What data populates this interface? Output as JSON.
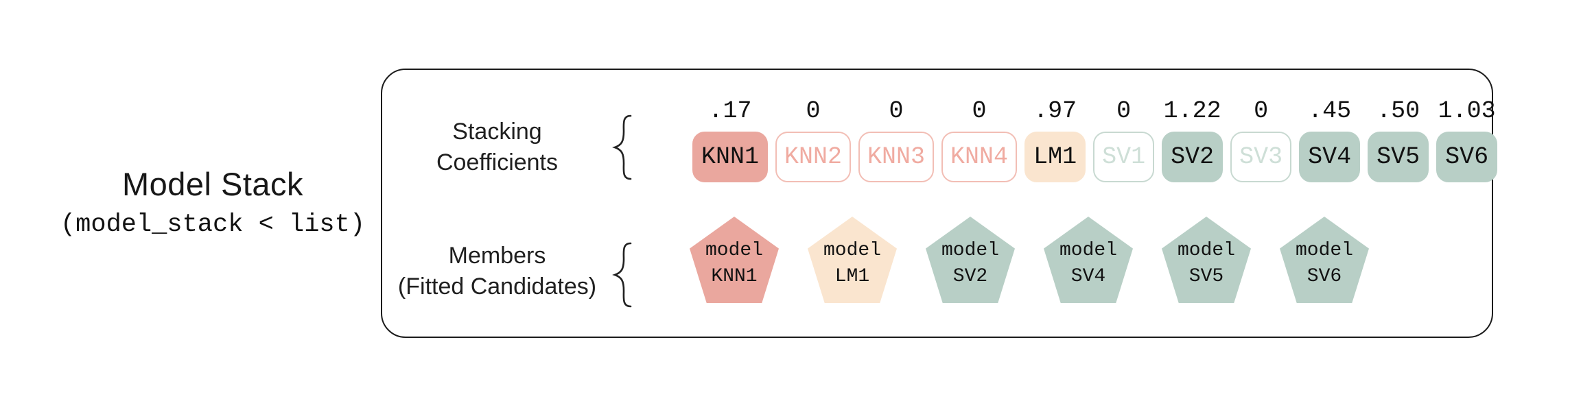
{
  "title": {
    "heading": "Model Stack",
    "code": "(model_stack < list)"
  },
  "palette": {
    "salmon_fill": "#eaa79e",
    "salmon_outline_border": "#f2beb5",
    "salmon_outline_text": "#f0aba1",
    "peach_fill": "#fae5cf",
    "teal_fill": "#b8cfc6",
    "teal_outline_border": "#c8d9d1",
    "teal_outline_text": "#cedfd7",
    "box_border": "#1b1b1b",
    "text": "#1a1a1a"
  },
  "box": {
    "coeff_row": {
      "label_line1": "Stacking",
      "label_line2": "Coefficients",
      "chips": [
        {
          "name": "KNN1",
          "coefficient": ".17",
          "state": "active",
          "family": "salmon"
        },
        {
          "name": "KNN2",
          "coefficient": "0",
          "state": "inactive",
          "family": "salmon"
        },
        {
          "name": "KNN3",
          "coefficient": "0",
          "state": "inactive",
          "family": "salmon"
        },
        {
          "name": "KNN4",
          "coefficient": "0",
          "state": "inactive",
          "family": "salmon"
        },
        {
          "name": "LM1",
          "coefficient": ".97",
          "state": "active",
          "family": "peach"
        },
        {
          "name": "SV1",
          "coefficient": "0",
          "state": "inactive",
          "family": "teal"
        },
        {
          "name": "SV2",
          "coefficient": "1.22",
          "state": "active",
          "family": "teal"
        },
        {
          "name": "SV3",
          "coefficient": "0",
          "state": "inactive",
          "family": "teal"
        },
        {
          "name": "SV4",
          "coefficient": ".45",
          "state": "active",
          "family": "teal"
        },
        {
          "name": "SV5",
          "coefficient": ".50",
          "state": "active",
          "family": "teal"
        },
        {
          "name": "SV6",
          "coefficient": "1.03",
          "state": "active",
          "family": "teal"
        }
      ]
    },
    "members_row": {
      "label_line1": "Members",
      "label_line2": "(Fitted Candidates)",
      "pentagons": [
        {
          "line1": "model",
          "line2": "KNN1",
          "family": "salmon"
        },
        {
          "line1": "model",
          "line2": "LM1",
          "family": "peach"
        },
        {
          "line1": "model",
          "line2": "SV2",
          "family": "teal"
        },
        {
          "line1": "model",
          "line2": "SV4",
          "family": "teal"
        },
        {
          "line1": "model",
          "line2": "SV5",
          "family": "teal"
        },
        {
          "line1": "model",
          "line2": "SV6",
          "family": "teal"
        }
      ]
    }
  }
}
